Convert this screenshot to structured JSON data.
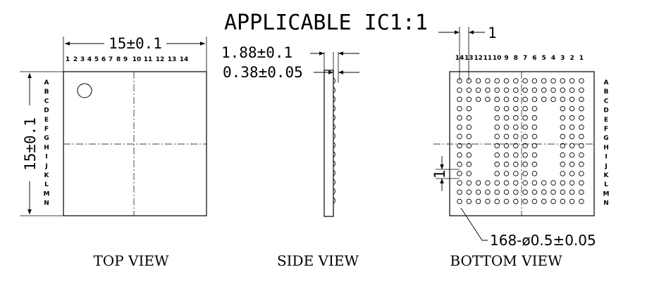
{
  "title": "APPLICABLE IC1:1",
  "top_view": {
    "label": "TOP VIEW",
    "width_dim": "15±0.1",
    "height_dim": "15±0.1",
    "col_labels": [
      "1",
      "2",
      "3",
      "4",
      "5",
      "6",
      "7",
      "8",
      "9",
      "10",
      "11",
      "12",
      "13",
      "14"
    ],
    "row_labels": [
      "A",
      "B",
      "C",
      "D",
      "E",
      "F",
      "G",
      "H",
      "I",
      "J",
      "K",
      "L",
      "M",
      "N"
    ]
  },
  "side_view": {
    "label": "SIDE VIEW",
    "thickness_dim": "1.88±0.1",
    "standoff_dim": "0.38±0.05"
  },
  "bottom_view": {
    "label": "BOTTOM VIEW",
    "pitch_top": "1",
    "pitch_side": "1",
    "ball_spec": "168-ø0.5±0.05",
    "col_labels": [
      "14",
      "13",
      "12",
      "11",
      "10",
      "9",
      "8",
      "7",
      "6",
      "5",
      "4",
      "3",
      "2",
      "1"
    ],
    "row_labels": [
      "A",
      "B",
      "C",
      "D",
      "E",
      "F",
      "G",
      "H",
      "I",
      "J",
      "K",
      "L",
      "M",
      "N"
    ],
    "ball_count": 168,
    "depopulated_rows": [
      "D",
      "E",
      "F",
      "G",
      "H",
      "I",
      "J",
      "K"
    ],
    "depopulated_cols": [
      "4",
      "5",
      "11",
      "12"
    ]
  }
}
